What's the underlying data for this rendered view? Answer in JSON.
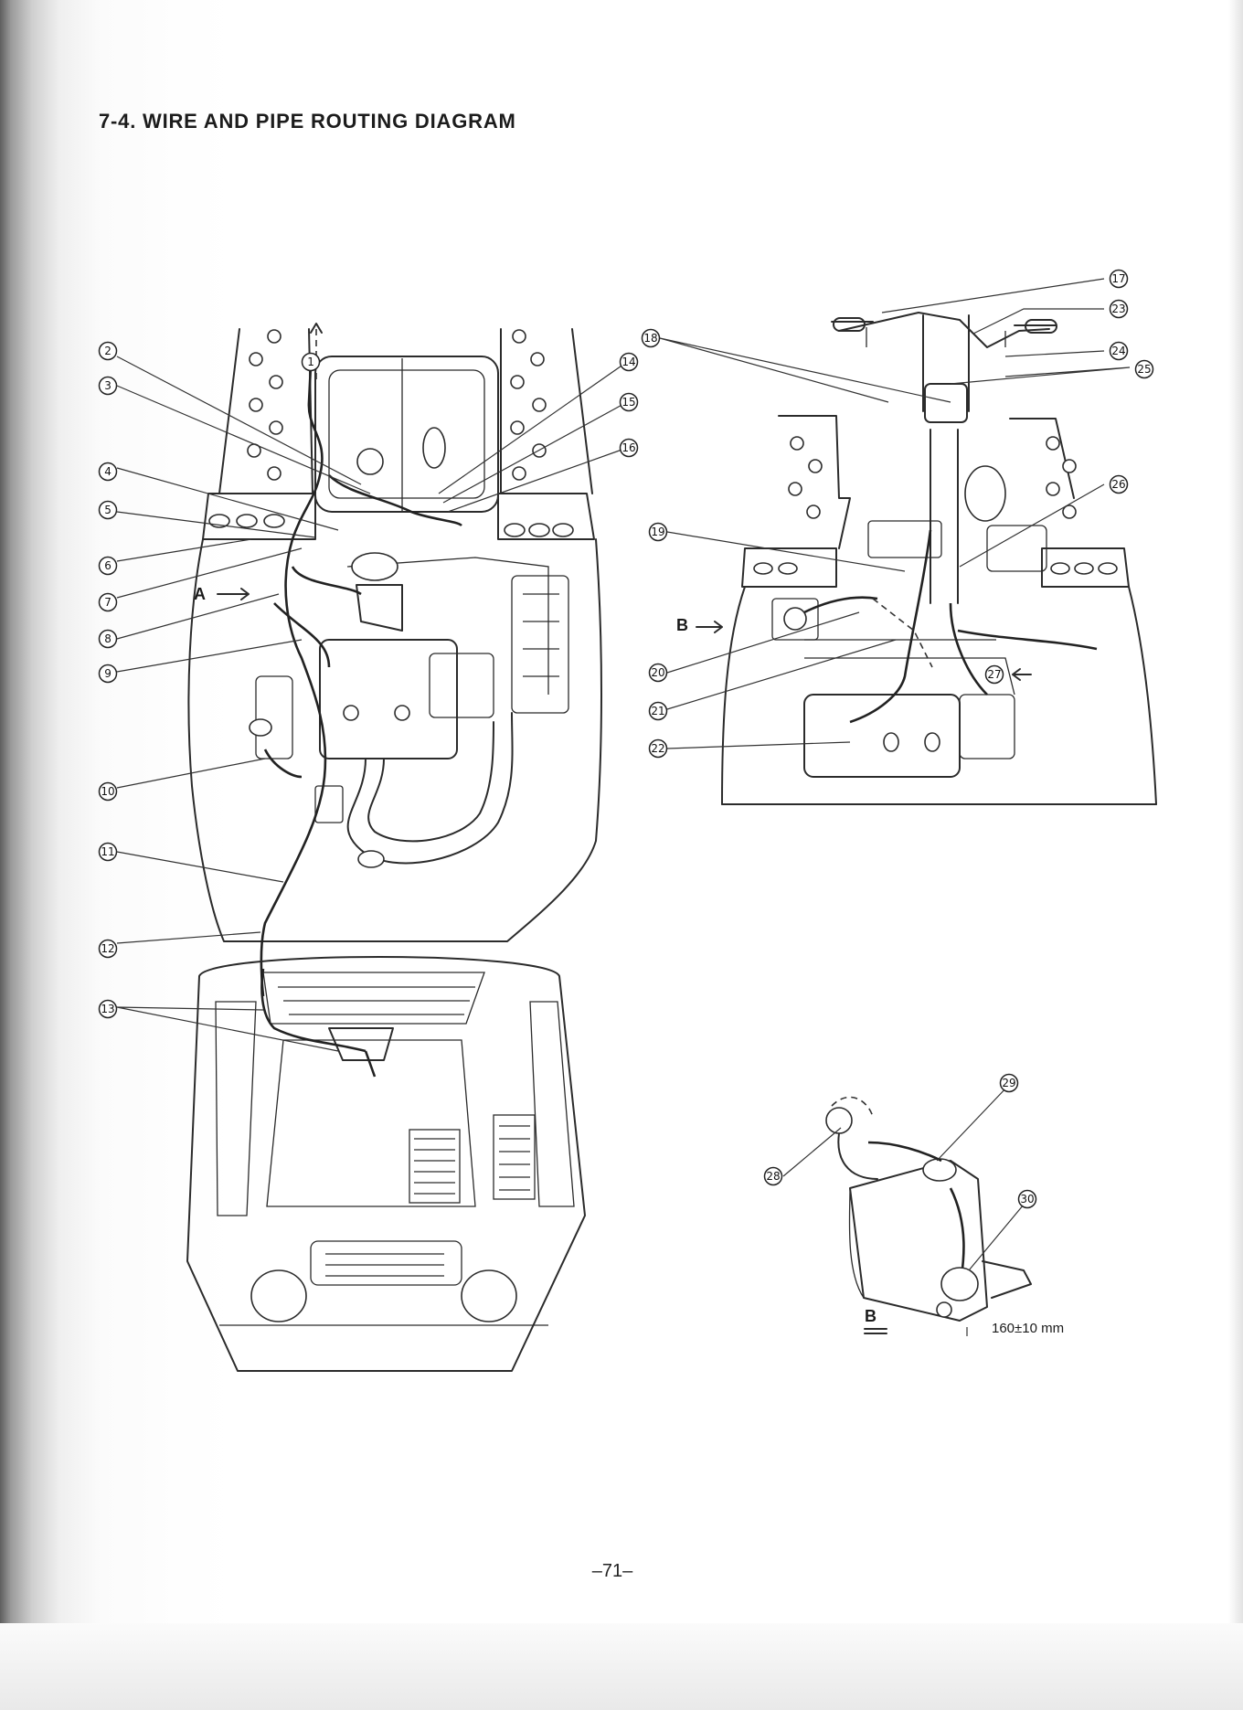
{
  "page": {
    "title": "7-4.  WIRE AND PIPE ROUTING DIAGRAM",
    "page_number": "–71–"
  },
  "callouts": [
    "1",
    "2",
    "3",
    "4",
    "5",
    "6",
    "7",
    "8",
    "9",
    "10",
    "11",
    "12",
    "13",
    "14",
    "15",
    "16",
    "17",
    "18",
    "19",
    "20",
    "21",
    "22",
    "23",
    "24",
    "25",
    "26",
    "27",
    "28",
    "29",
    "30"
  ],
  "view_labels": {
    "a": "A",
    "b": "B",
    "b_detail": "B"
  },
  "dimension": "160±10 mm"
}
